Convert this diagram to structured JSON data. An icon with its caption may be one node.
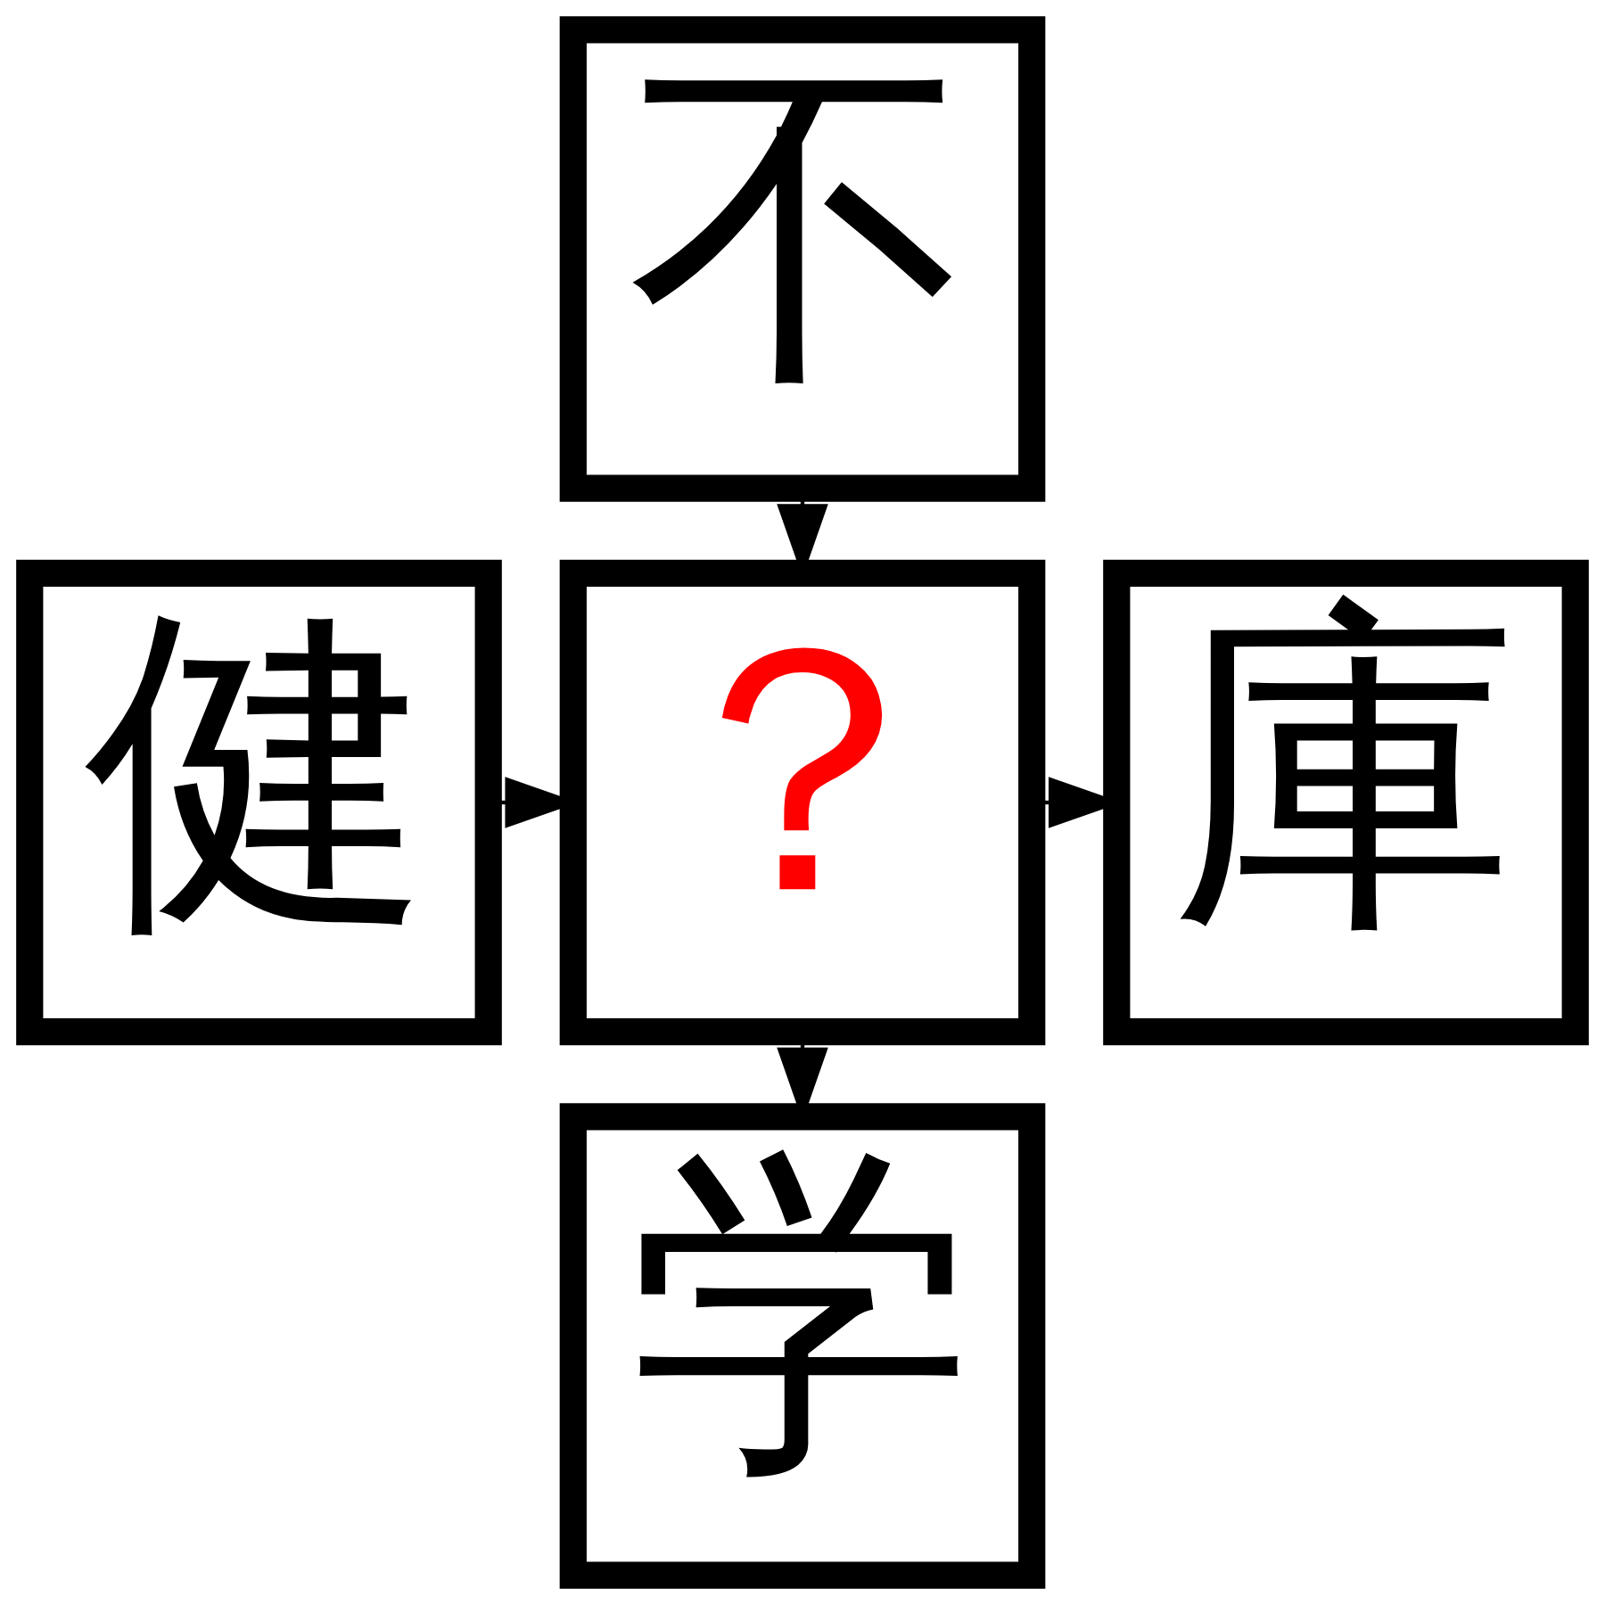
{
  "diagram": {
    "nodes": [
      {
        "text": [
          "不"
        ]
      },
      {
        "text": [
          "健"
        ]
      },
      {
        "text": [
          "？"
        ]
      },
      {
        "text": [
          "庫"
        ]
      },
      {
        "text": [
          "学"
        ]
      }
    ],
    "edges": [
      {
        "from": 0,
        "to": 2,
        "arrow": "to"
      },
      {
        "from": 1,
        "to": 2,
        "arrow": "to"
      },
      {
        "from": 2,
        "to": 3,
        "arrow": "to"
      },
      {
        "from": 2,
        "to": 4,
        "arrow": "to"
      }
    ]
  }
}
